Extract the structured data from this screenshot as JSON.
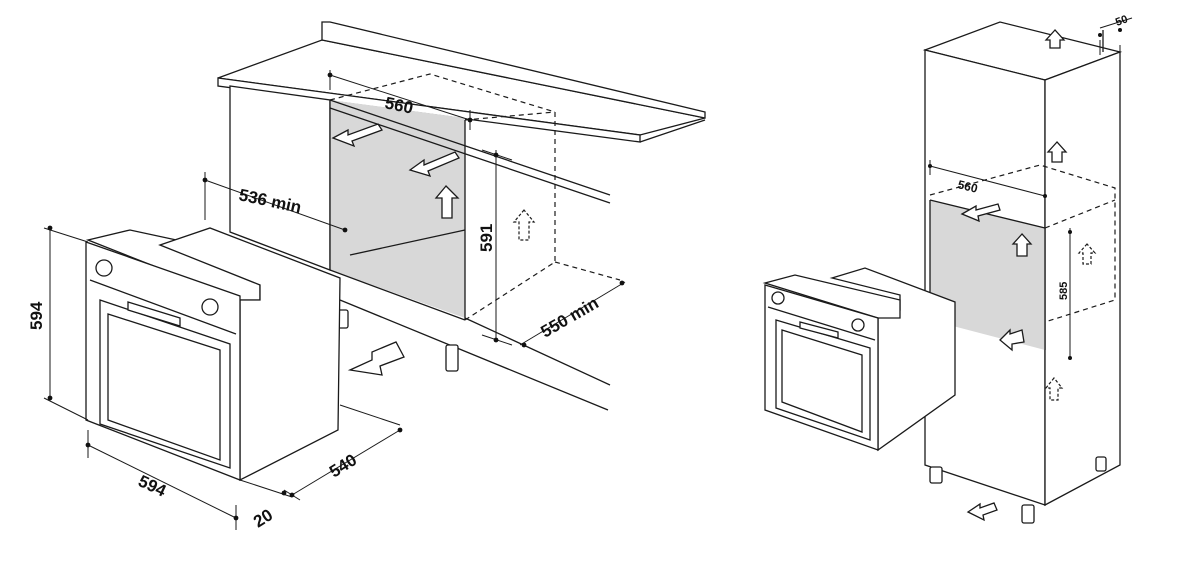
{
  "undercounter_view": {
    "dim_niche_width": "560",
    "dim_niche_depth_min": "536 min",
    "dim_niche_height": "591",
    "dim_cabinet_depth_min": "550 min",
    "dim_oven_height": "594",
    "dim_oven_width": "594",
    "dim_oven_depth": "540",
    "dim_front_panel": "20"
  },
  "column_view": {
    "dim_top_gap": "50",
    "dim_niche_width": "560",
    "dim_niche_height": "585"
  },
  "colors": {
    "line": "#1a1a1a",
    "niche_fill": "#d8d8d8",
    "background": "#ffffff"
  },
  "icons": [
    "airflow-arrow-icon",
    "airflow-arrow-hidden-icon",
    "control-knob-icon",
    "door-handle-icon"
  ]
}
